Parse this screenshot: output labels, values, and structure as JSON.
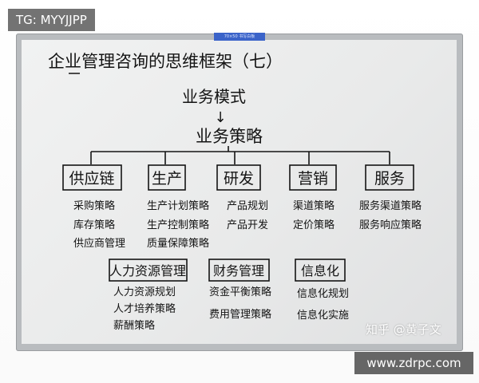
{
  "watermark": {
    "tag": "TG: MYYJJPP",
    "zhihu": "知乎 @黄子文",
    "site": "www.zdrpc.com"
  },
  "board": {
    "sticker": "70×50 书写白板",
    "title": "企业管理咨询的思维框架（七）",
    "business_model": "业务模式",
    "arrow": "↓",
    "business_strategy": "业务策略",
    "top_categories": [
      {
        "label": "供应链",
        "items": [
          "采购策略",
          "库存策略",
          "供应商管理"
        ]
      },
      {
        "label": "生产",
        "items": [
          "生产计划策略",
          "生产控制策略",
          "质量保障策略"
        ]
      },
      {
        "label": "研发",
        "items": [
          "产品规划",
          "产品开发"
        ]
      },
      {
        "label": "营销",
        "items": [
          "渠道策略",
          "定价策略"
        ]
      },
      {
        "label": "服务",
        "items": [
          "服务渠道策略",
          "服务响应策略"
        ]
      }
    ],
    "bottom_categories": [
      {
        "label": "人力资源管理",
        "items": [
          "人力资源规划",
          "人才培养策略",
          "薪酬策略"
        ]
      },
      {
        "label": "财务管理",
        "items": [
          "资金平衡策略",
          "费用管理策略"
        ]
      },
      {
        "label": "信息化",
        "items": [
          "信息化规划",
          "信息化实施"
        ]
      }
    ]
  }
}
